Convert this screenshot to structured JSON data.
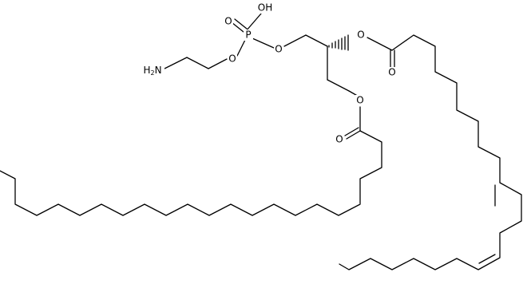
{
  "atoms": {
    "oh": "OH",
    "p": "P",
    "o_double": "O",
    "o_ester_left": "O",
    "o_ester_right": "O",
    "nh2_n": "H",
    "nh2_sub": "2",
    "nh2_n2": "N",
    "o_sn2": "O",
    "o_sn2_carbonyl": "O",
    "o_sn1": "O",
    "o_sn1_carbonyl": "O"
  }
}
